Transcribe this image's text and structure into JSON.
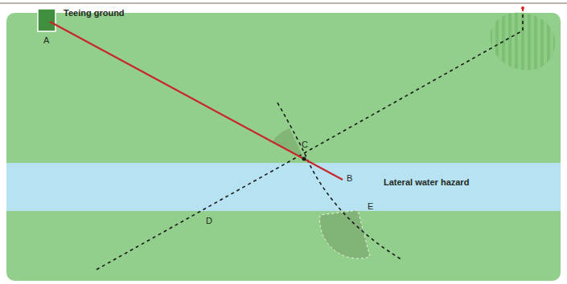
{
  "diagram": {
    "labels": [
      "Teeing ground",
      "A",
      "B",
      "C",
      "D",
      "E",
      "Lateral water hazard"
    ]
  }
}
